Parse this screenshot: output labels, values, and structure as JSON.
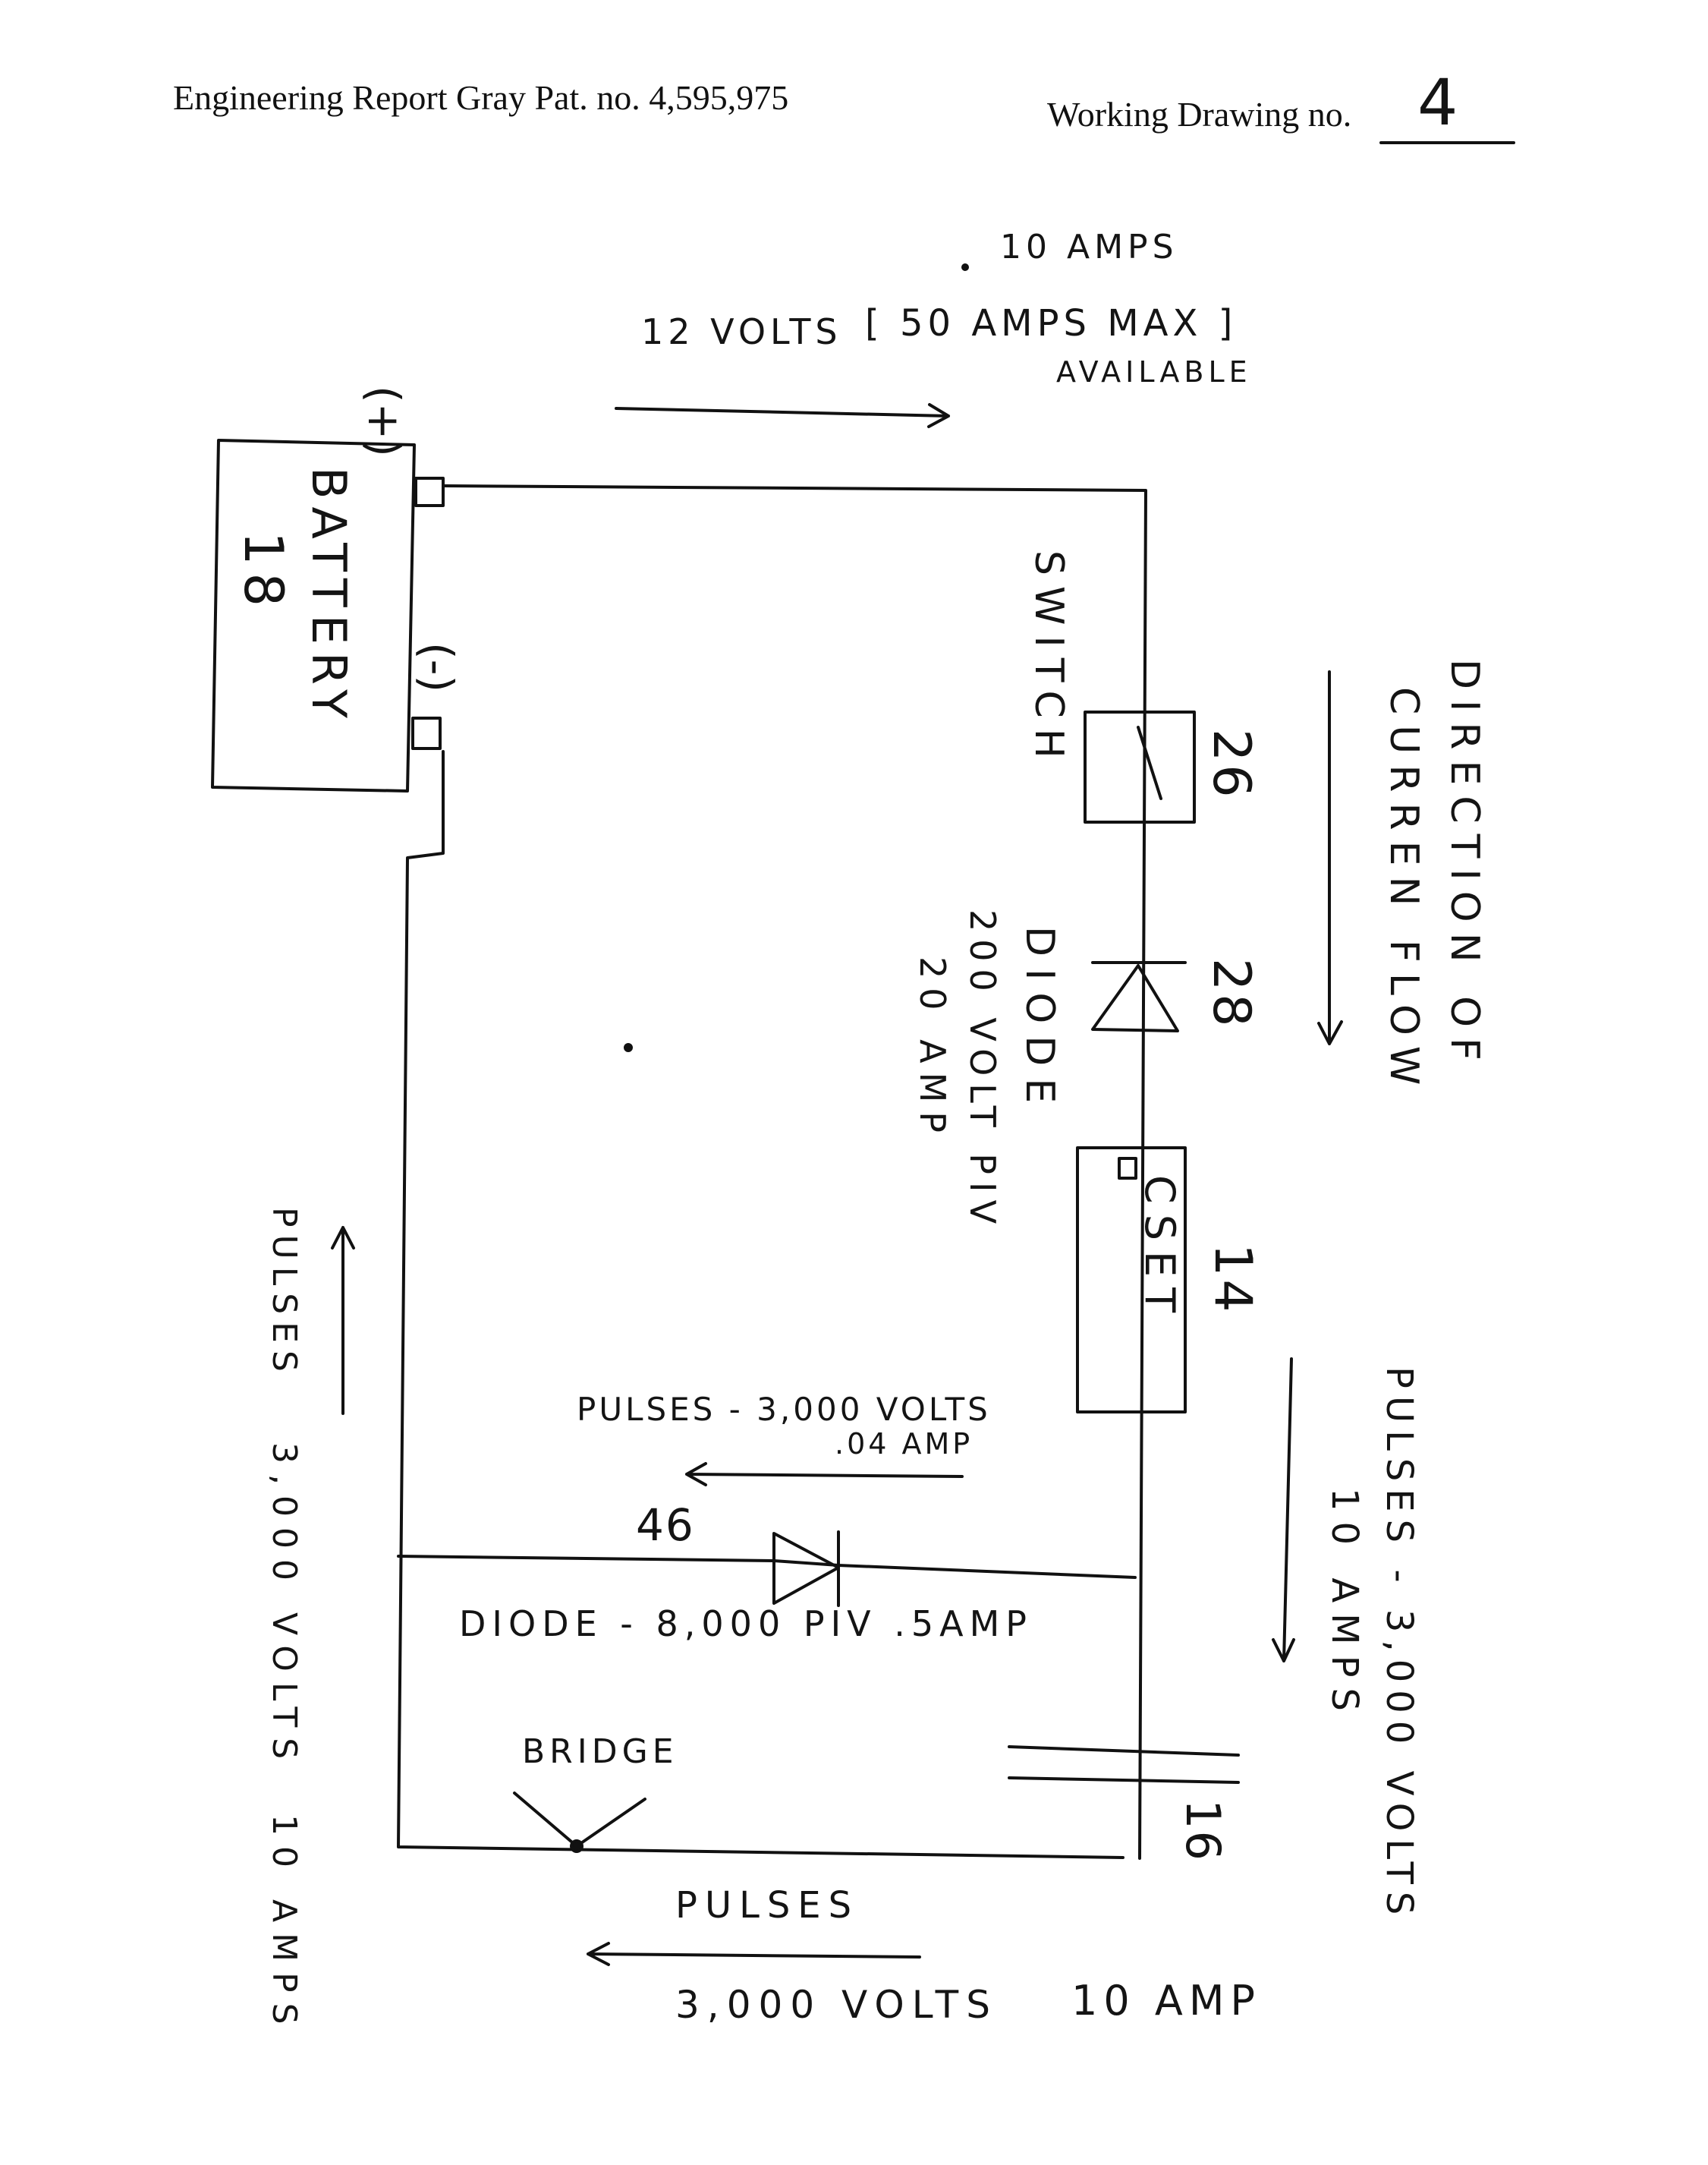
{
  "header": {
    "report_title": "Engineering Report Gray Pat. no. 4,595,975",
    "drawing_label": "Working Drawing no.",
    "drawing_number": "4"
  },
  "annotations": {
    "amps_top": "10 AMPS",
    "volts_top": "12 VOLTS",
    "max_available": "[ 50 AMPS MAX ]",
    "available": "AVAILABLE",
    "plus_terminal": "(+)",
    "minus_terminal": "(-)",
    "battery_label": "BATTERY",
    "battery_number": "18",
    "switch_label": "SWITCH",
    "switch_number": "26",
    "direction_line1": "DIRECTION OF",
    "direction_line2": "CURREN FLOW",
    "diode_label": "DIODE",
    "diode_rating1": "200 VOLT PIV",
    "diode_rating2": "20 AMP",
    "diode_number": "28",
    "cset_label": "CSET",
    "cset_number": "14",
    "pulses_mid_line1": "PULSES - 3,000 VOLTS",
    "pulses_mid_line2": ".04 AMP",
    "diode2_number": "46",
    "diode2_label": "DIODE - 8,000 PIV .5AMP",
    "pulses_right_line1": "PULSES - 3,000 VOLTS",
    "pulses_right_line2": "10 AMPS",
    "bridge_label": "BRIDGE",
    "capacitor_number": "16",
    "pulses_bottom_line1": "PULSES",
    "pulses_bottom_line2": "3,000 VOLTS",
    "pulses_bottom_amp": "10 AMP",
    "pulses_left_line1": "PULSES",
    "pulses_left_line2": "3,000 VOLTS",
    "pulses_left_line3": "10 AMPS"
  }
}
